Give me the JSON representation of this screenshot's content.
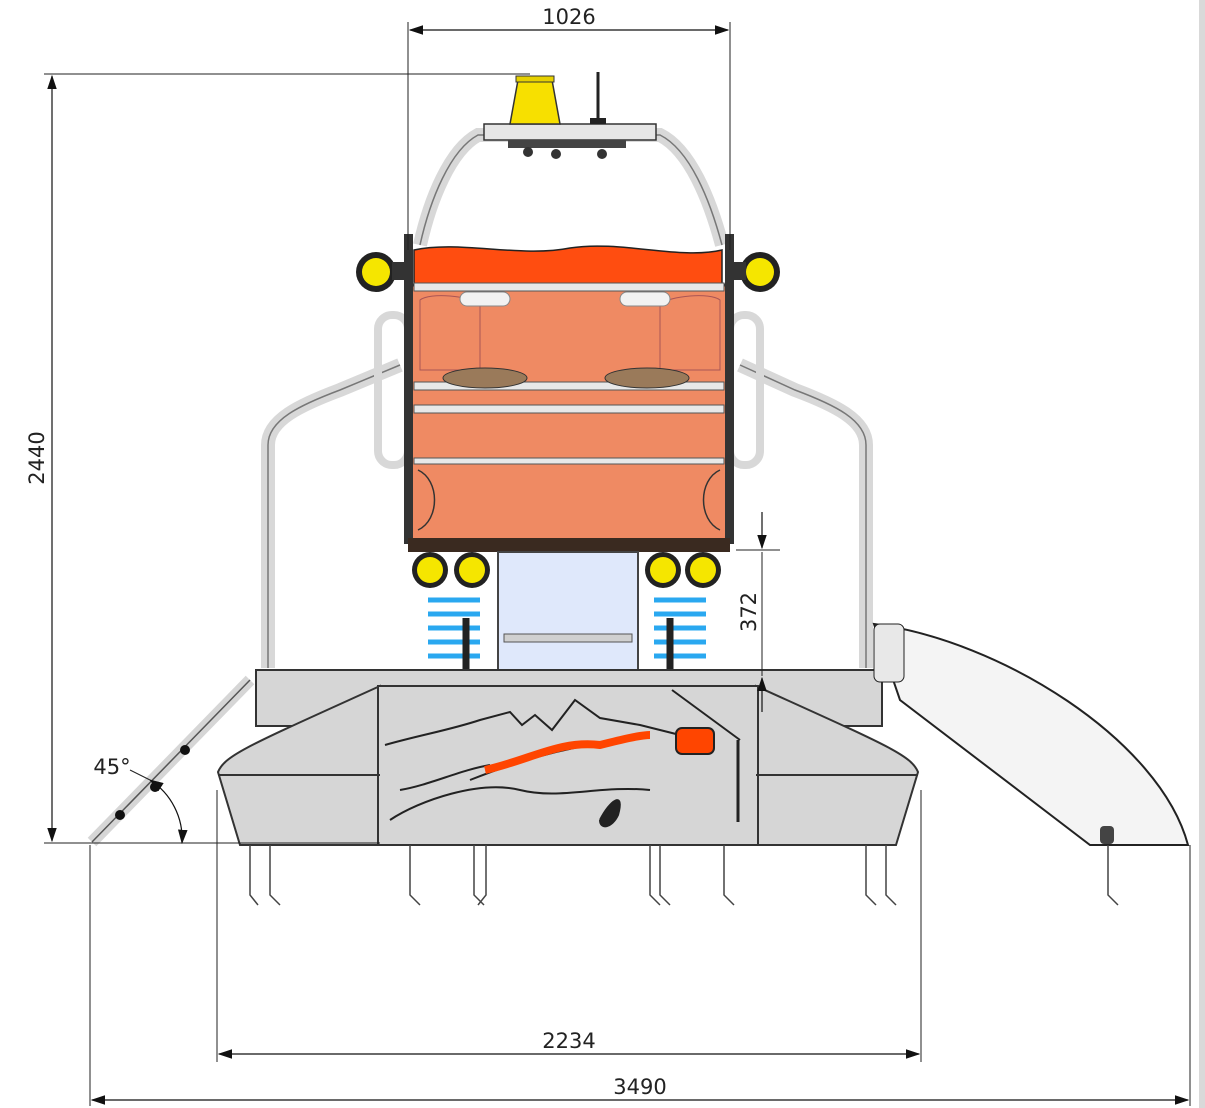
{
  "dimensions": {
    "width_top": "1026",
    "height_total": "2440",
    "spring_gap": "372",
    "base_width": "2234",
    "overall_width": "3490",
    "ramp_angle": "45°"
  },
  "colors": {
    "cabin_orange": "#ef8a63",
    "cabin_top": "#ff4d10",
    "beacon": "#f7e000",
    "light_yellow": "#f5e600",
    "spring_blue": "#2aa8f0",
    "frame_grey": "#d6d6d6",
    "window_blue": "#dfe8fb",
    "cable_orange": "#ff4500"
  }
}
